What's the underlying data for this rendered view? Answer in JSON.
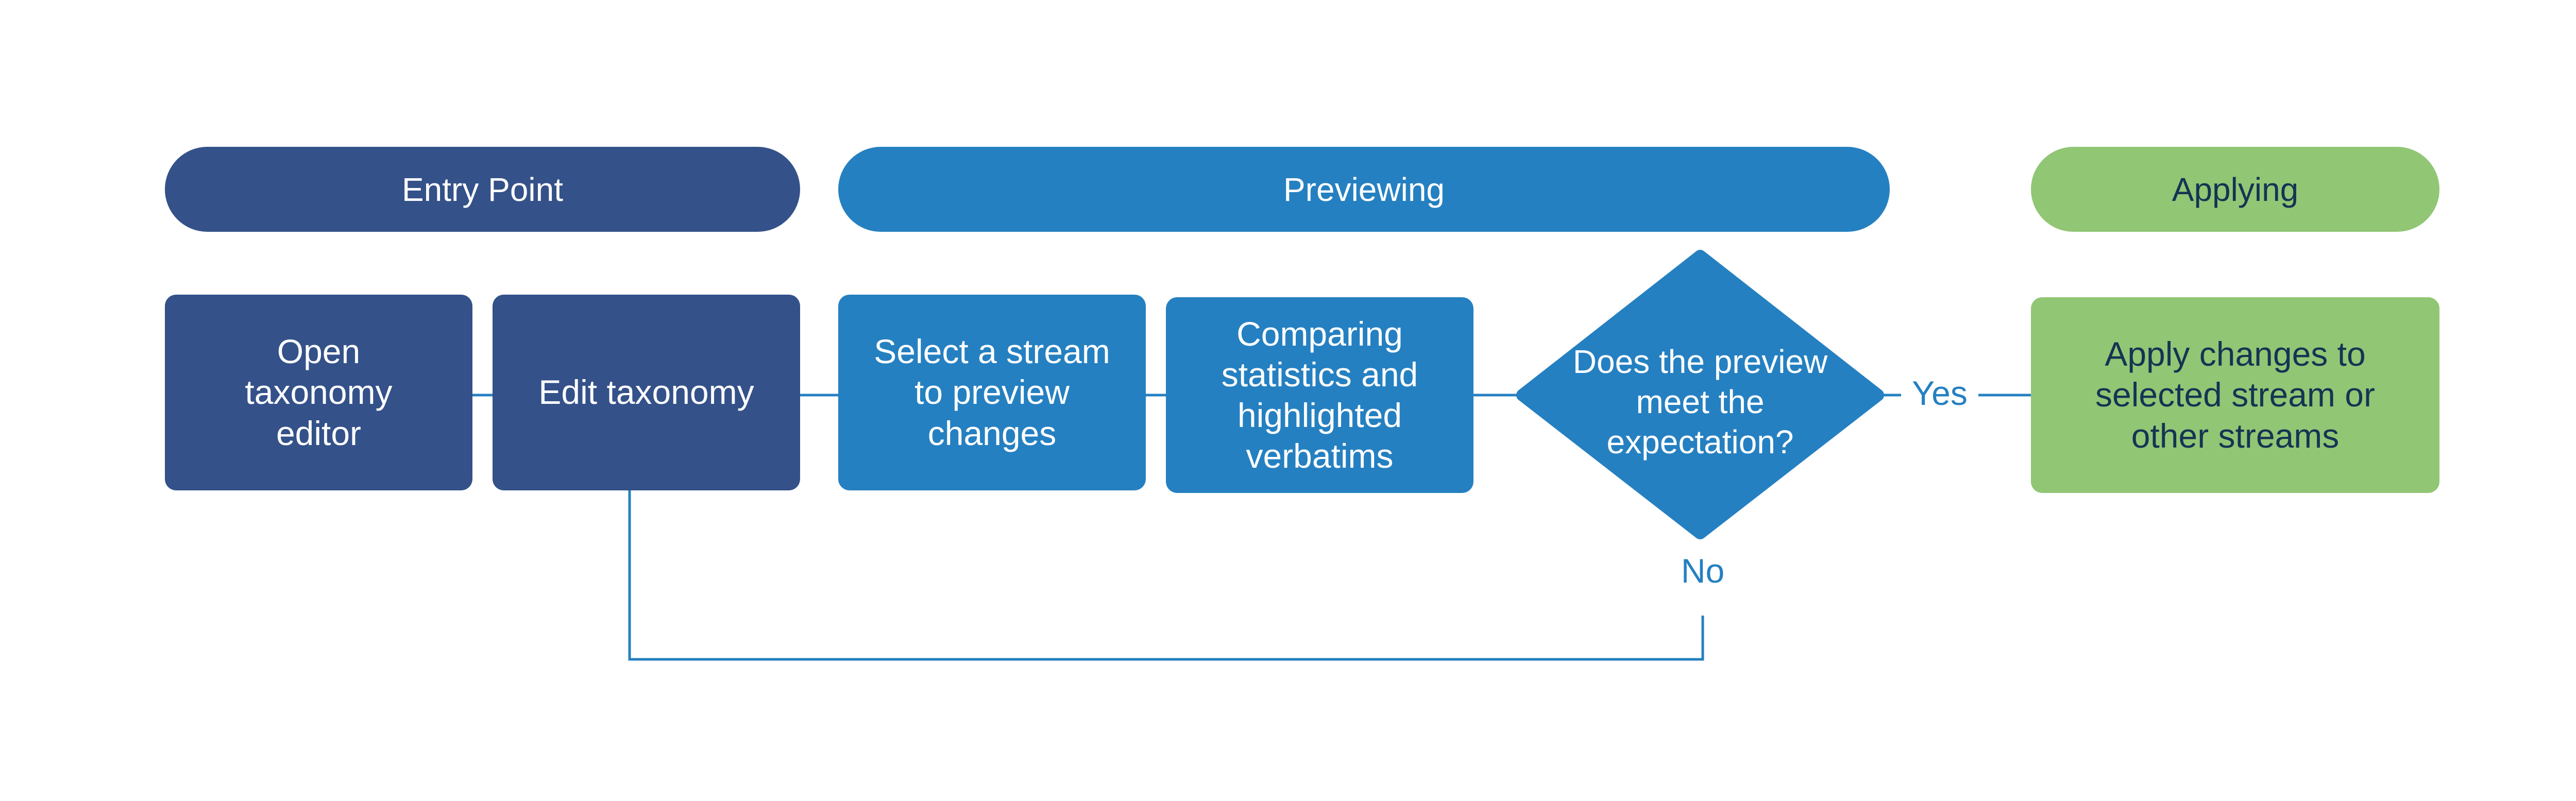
{
  "colors": {
    "navy": "#345189",
    "blue": "#2580c1",
    "green": "#91c675",
    "green_text": "#163353",
    "connector": "#2580c1"
  },
  "phases": {
    "entry": "Entry Point",
    "preview": "Previewing",
    "apply": "Applying"
  },
  "steps": {
    "open_editor": "Open\ntaxonomy\neditor",
    "edit_taxonomy": "Edit taxonomy",
    "select_stream": "Select a stream\nto preview\nchanges",
    "compare": "Comparing\nstatistics and\nhighlighted\nverbatims",
    "decision": "Does the preview\nmeet the\nexpectation?",
    "apply_changes": "Apply changes to\nselected stream or\nother streams"
  },
  "edge_labels": {
    "yes": "Yes",
    "no": "No"
  }
}
